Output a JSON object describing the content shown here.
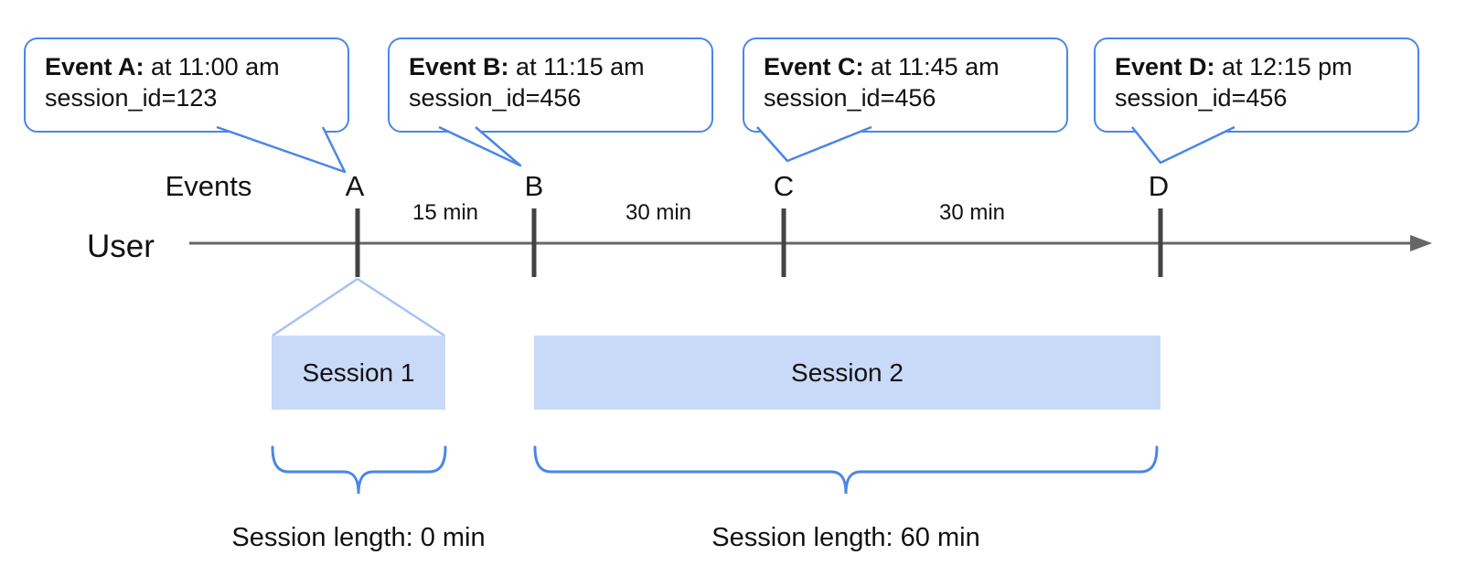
{
  "colors": {
    "accent_blue": "#4a86e8",
    "funnel_light_blue": "#a4c2f4",
    "session_fill": "#c9daf8",
    "timeline_gray": "#666666",
    "tick_gray": "#434343"
  },
  "axis": {
    "events_label": "Events",
    "user_label": "User"
  },
  "callouts": [
    {
      "marker": "A",
      "title": "Event A:",
      "time_text": "at 11:00 am",
      "session_line": "session_id=123"
    },
    {
      "marker": "B",
      "title": "Event B:",
      "time_text": "at 11:15 am",
      "session_line": "session_id=456"
    },
    {
      "marker": "C",
      "title": "Event C:",
      "time_text": "at 11:45 am",
      "session_line": "session_id=456"
    },
    {
      "marker": "D",
      "title": "Event D:",
      "time_text": "at 12:15 pm",
      "session_line": "session_id=456"
    }
  ],
  "gaps": [
    {
      "label": "15 min"
    },
    {
      "label": "30 min"
    },
    {
      "label": "30 min"
    }
  ],
  "sessions": [
    {
      "label": "Session 1",
      "length_label": "Session length: 0 min"
    },
    {
      "label": "Session 2",
      "length_label": "Session length: 60 min"
    }
  ]
}
